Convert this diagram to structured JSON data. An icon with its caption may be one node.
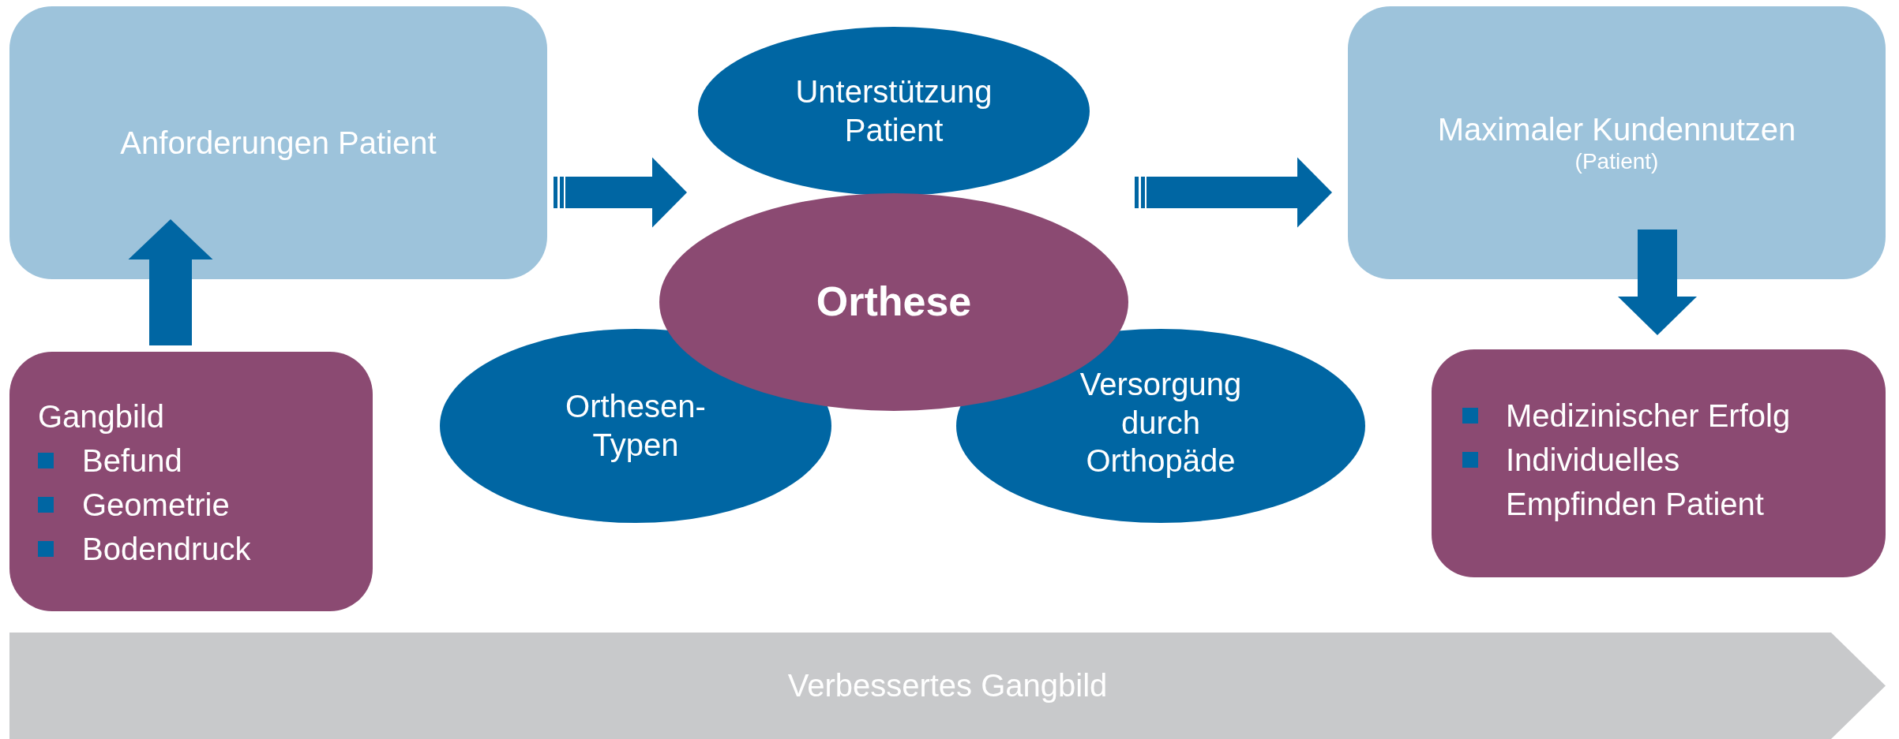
{
  "diagram": {
    "nodes": [
      {
        "text": [
          "Anforderungen Patient"
        ]
      },
      {
        "text": [
          "Unterstützung Patient"
        ]
      },
      {
        "text": [
          "Orthese"
        ]
      },
      {
        "text": [
          "Maximaler Kundennutzen",
          "(Patient)"
        ]
      },
      {
        "text": [
          "Gangbild",
          "Befund",
          "Geometrie",
          "Bodendruck"
        ]
      },
      {
        "text": [
          "Orthesen- Typen"
        ]
      },
      {
        "text": [
          "Versorgung durch Orthopäde"
        ]
      },
      {
        "text": [
          "Medizinischer Erfolg",
          "Individuelles Empfinden Patient"
        ]
      },
      {
        "text": [
          "Verbessertes Gangbild"
        ]
      }
    ],
    "edges": [
      {
        "from": 4,
        "to": 0,
        "arrow": "to"
      },
      {
        "from": 0,
        "to": 1,
        "arrow": "to"
      },
      {
        "from": 2,
        "to": 3,
        "arrow": "to"
      },
      {
        "from": 3,
        "to": 7,
        "arrow": "to"
      }
    ]
  }
}
